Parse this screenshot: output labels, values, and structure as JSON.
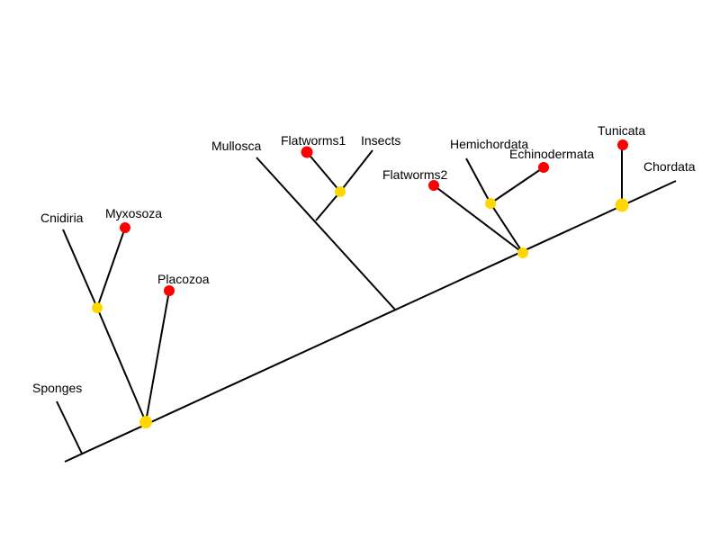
{
  "taxa": {
    "sponges": "Sponges",
    "cnidiria": "Cnidiria",
    "myxosoza": "Myxosoza",
    "placozoa": "Placozoa",
    "mullosca": "Mullosca",
    "flatworms1": "Flatworms1",
    "insects": "Insects",
    "flatworms2": "Flatworms2",
    "hemichordata": "Hemichordata",
    "echinodermata": "Echinodermata",
    "tunicata": "Tunicata",
    "chordata": "Chordata"
  },
  "colors": {
    "branch": "#000000",
    "node_internal": "#FFD700",
    "node_leaf": "#FF0000"
  }
}
